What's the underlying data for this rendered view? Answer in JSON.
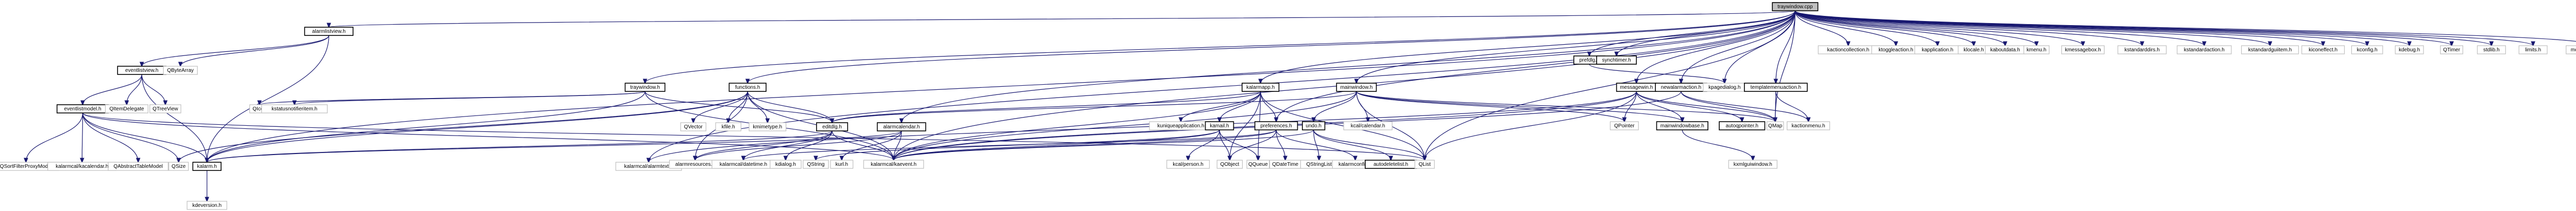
{
  "title": "traywindow.cpp include dependency graph",
  "colors": {
    "edge": "#191970",
    "root_fill": "#bfbfbf",
    "local_border": "#000000",
    "external_border": "#bfbfbf"
  },
  "nodes": [
    {
      "id": "traywindow_cpp",
      "label": "traywindow.cpp",
      "kind": "root"
    },
    {
      "id": "alarmlistview_h",
      "label": "alarmlistview.h",
      "kind": "local"
    },
    {
      "id": "eventlistview_h",
      "label": "eventlistview.h",
      "kind": "local"
    },
    {
      "id": "QByteArray",
      "label": "QByteArray",
      "kind": "ext"
    },
    {
      "id": "eventlistmodel_h",
      "label": "eventlistmodel.h",
      "kind": "local"
    },
    {
      "id": "QItemDelegate",
      "label": "QItemDelegate",
      "kind": "ext"
    },
    {
      "id": "QTreeView",
      "label": "QTreeView",
      "kind": "ext"
    },
    {
      "id": "QSortFilterProxyModel",
      "label": "QSortFilterProxyModel",
      "kind": "ext"
    },
    {
      "id": "kacalendar_h",
      "label": "kalarmcal/kacalendar.h",
      "kind": "ext"
    },
    {
      "id": "QAbstractTableModel",
      "label": "QAbstractTableModel",
      "kind": "ext"
    },
    {
      "id": "QSize",
      "label": "QSize",
      "kind": "ext"
    },
    {
      "id": "kalarm_h",
      "label": "kalarm.h",
      "kind": "local"
    },
    {
      "id": "kdeversion_h",
      "label": "kdeversion.h",
      "kind": "ext"
    },
    {
      "id": "traywindow_h",
      "label": "traywindow.h",
      "kind": "local"
    },
    {
      "id": "QIcon",
      "label": "QIcon",
      "kind": "ext"
    },
    {
      "id": "kstatusnotifieritem_h",
      "label": "kstatusnotifieritem.h",
      "kind": "ext"
    },
    {
      "id": "alarmtext_h",
      "label": "kalarmcal/alarmtext.h",
      "kind": "ext"
    },
    {
      "id": "functions_h",
      "label": "functions.h",
      "kind": "local"
    },
    {
      "id": "QVector",
      "label": "QVector",
      "kind": "ext"
    },
    {
      "id": "kfile_h",
      "label": "kfile.h",
      "kind": "ext"
    },
    {
      "id": "kmimetype_h",
      "label": "kmimetype.h",
      "kind": "ext"
    },
    {
      "id": "editdlg_h",
      "label": "editdlg.h",
      "kind": "local"
    },
    {
      "id": "alarmcalendar_h",
      "label": "alarmcalendar.h",
      "kind": "local"
    },
    {
      "id": "alarmresources_h",
      "label": "alarmresources.h",
      "kind": "ext"
    },
    {
      "id": "datetime_h",
      "label": "kalarmcal/datetime.h",
      "kind": "ext"
    },
    {
      "id": "kdialog_h",
      "label": "kdialog.h",
      "kind": "ext"
    },
    {
      "id": "QString",
      "label": "QString",
      "kind": "ext"
    },
    {
      "id": "kurl_h",
      "label": "kurl.h",
      "kind": "ext"
    },
    {
      "id": "kaevent_h",
      "label": "kalarmcal/kaevent.h",
      "kind": "ext"
    },
    {
      "id": "kalarmapp_h",
      "label": "kalarmapp.h",
      "kind": "local"
    },
    {
      "id": "kuniqueapplication_h",
      "label": "kuniqueapplication.h",
      "kind": "ext"
    },
    {
      "id": "kamail_h",
      "label": "kamail.h",
      "kind": "local"
    },
    {
      "id": "preferences_h",
      "label": "preferences.h",
      "kind": "local"
    },
    {
      "id": "mainwindow_h",
      "label": "mainwindow.h",
      "kind": "local"
    },
    {
      "id": "undo_h",
      "label": "undo.h",
      "kind": "local"
    },
    {
      "id": "kcal_calendar_h",
      "label": "kcal/calendar.h",
      "kind": "ext"
    },
    {
      "id": "kcal_person_h",
      "label": "kcal/person.h",
      "kind": "ext"
    },
    {
      "id": "QObject",
      "label": "QObject",
      "kind": "ext"
    },
    {
      "id": "QQueue",
      "label": "QQueue",
      "kind": "ext"
    },
    {
      "id": "QDateTime",
      "label": "QDateTime",
      "kind": "ext"
    },
    {
      "id": "QStringList",
      "label": "QStringList",
      "kind": "ext"
    },
    {
      "id": "kalarmconfig_h",
      "label": "kalarmconfig.h",
      "kind": "ext"
    },
    {
      "id": "autodeletelist_h",
      "label": "autodeletelist.h",
      "kind": "local"
    },
    {
      "id": "QList",
      "label": "QList",
      "kind": "ext"
    },
    {
      "id": "kxmlguiwindow_h",
      "label": "kxmlguiwindow.h",
      "kind": "ext"
    },
    {
      "id": "QPointer",
      "label": "QPointer",
      "kind": "ext"
    },
    {
      "id": "messagewin_h",
      "label": "messagewin.h",
      "kind": "local"
    },
    {
      "id": "mainwindowbase_h",
      "label": "mainwindowbase.h",
      "kind": "local"
    },
    {
      "id": "prefdlg_h",
      "label": "prefdlg.h",
      "kind": "local"
    },
    {
      "id": "synchtimer_h",
      "label": "synchtimer.h",
      "kind": "local"
    },
    {
      "id": "newalarmaction_h",
      "label": "newalarmaction.h",
      "kind": "local"
    },
    {
      "id": "kpagedialog_h",
      "label": "kpagedialog.h",
      "kind": "ext"
    },
    {
      "id": "templatemenuaction_h",
      "label": "templatemenuaction.h",
      "kind": "local"
    },
    {
      "id": "autoqpointer_h",
      "label": "autoqpointer.h",
      "kind": "local"
    },
    {
      "id": "QMap",
      "label": "QMap",
      "kind": "ext"
    },
    {
      "id": "kactionmenu_h",
      "label": "kactionmenu.h",
      "kind": "ext"
    },
    {
      "id": "kactioncollection_h",
      "label": "kactioncollection.h",
      "kind": "ext"
    },
    {
      "id": "ktoggleaction_h",
      "label": "ktoggleaction.h",
      "kind": "ext"
    },
    {
      "id": "kapplication_h",
      "label": "kapplication.h",
      "kind": "ext"
    },
    {
      "id": "klocale_h",
      "label": "klocale.h",
      "kind": "ext"
    },
    {
      "id": "kaboutdata_h",
      "label": "kaboutdata.h",
      "kind": "ext"
    },
    {
      "id": "kmenu_h",
      "label": "kmenu.h",
      "kind": "ext"
    },
    {
      "id": "kmessagebox_h",
      "label": "kmessagebox.h",
      "kind": "ext"
    },
    {
      "id": "kstandarddirs_h",
      "label": "kstandarddirs.h",
      "kind": "ext"
    },
    {
      "id": "kstandardaction_h",
      "label": "kstandardaction.h",
      "kind": "ext"
    },
    {
      "id": "kstandardguiitem_h",
      "label": "kstandardguiitem.h",
      "kind": "ext"
    },
    {
      "id": "kiconeffect_h",
      "label": "kiconeffect.h",
      "kind": "ext"
    },
    {
      "id": "kconfig_h",
      "label": "kconfig.h",
      "kind": "ext"
    },
    {
      "id": "kdebug_h",
      "label": "kdebug.h",
      "kind": "ext"
    },
    {
      "id": "QTimer",
      "label": "QTimer",
      "kind": "ext"
    },
    {
      "id": "stdlib_h",
      "label": "stdlib.h",
      "kind": "ext"
    },
    {
      "id": "limits_h",
      "label": "limits.h",
      "kind": "ext"
    },
    {
      "id": "moc_traywindow_cpp",
      "label": "moc_traywindow.cpp",
      "kind": "ext"
    }
  ],
  "edges": [
    [
      "traywindow_cpp",
      "alarmlistview_h"
    ],
    [
      "traywindow_cpp",
      "traywindow_h"
    ],
    [
      "traywindow_cpp",
      "functions_h"
    ],
    [
      "traywindow_cpp",
      "alarmcalendar_h"
    ],
    [
      "traywindow_cpp",
      "kalarmapp_h"
    ],
    [
      "traywindow_cpp",
      "mainwindow_h"
    ],
    [
      "traywindow_cpp",
      "messagewin_h"
    ],
    [
      "traywindow_cpp",
      "prefdlg_h"
    ],
    [
      "traywindow_cpp",
      "synchtimer_h"
    ],
    [
      "traywindow_cpp",
      "newalarmaction_h"
    ],
    [
      "traywindow_cpp",
      "templatemenuaction_h"
    ],
    [
      "traywindow_cpp",
      "kpagedialog_h"
    ],
    [
      "traywindow_cpp",
      "preferences_h"
    ],
    [
      "traywindow_cpp",
      "kalarm_h"
    ],
    [
      "traywindow_cpp",
      "alarmtext_h"
    ],
    [
      "traywindow_cpp",
      "kaevent_h"
    ],
    [
      "traywindow_cpp",
      "kactioncollection_h"
    ],
    [
      "traywindow_cpp",
      "ktoggleaction_h"
    ],
    [
      "traywindow_cpp",
      "kapplication_h"
    ],
    [
      "traywindow_cpp",
      "klocale_h"
    ],
    [
      "traywindow_cpp",
      "kaboutdata_h"
    ],
    [
      "traywindow_cpp",
      "kmenu_h"
    ],
    [
      "traywindow_cpp",
      "kmessagebox_h"
    ],
    [
      "traywindow_cpp",
      "kstandarddirs_h"
    ],
    [
      "traywindow_cpp",
      "kstandardaction_h"
    ],
    [
      "traywindow_cpp",
      "kstandardguiitem_h"
    ],
    [
      "traywindow_cpp",
      "kiconeffect_h"
    ],
    [
      "traywindow_cpp",
      "kconfig_h"
    ],
    [
      "traywindow_cpp",
      "kdebug_h"
    ],
    [
      "traywindow_cpp",
      "QTimer"
    ],
    [
      "traywindow_cpp",
      "stdlib_h"
    ],
    [
      "traywindow_cpp",
      "limits_h"
    ],
    [
      "traywindow_cpp",
      "moc_traywindow_cpp"
    ],
    [
      "traywindow_cpp",
      "QList"
    ],
    [
      "traywindow_cpp",
      "QMap"
    ],
    [
      "alarmlistview_h",
      "eventlistview_h"
    ],
    [
      "alarmlistview_h",
      "QByteArray"
    ],
    [
      "alarmlistview_h",
      "kalarm_h"
    ],
    [
      "eventlistview_h",
      "eventlistmodel_h"
    ],
    [
      "eventlistview_h",
      "QItemDelegate"
    ],
    [
      "eventlistview_h",
      "QTreeView"
    ],
    [
      "eventlistview_h",
      "kalarm_h"
    ],
    [
      "eventlistmodel_h",
      "QSortFilterProxyModel"
    ],
    [
      "eventlistmodel_h",
      "kacalendar_h"
    ],
    [
      "eventlistmodel_h",
      "QAbstractTableModel"
    ],
    [
      "eventlistmodel_h",
      "QSize"
    ],
    [
      "eventlistmodel_h",
      "kalarm_h"
    ],
    [
      "eventlistmodel_h",
      "kaevent_h"
    ],
    [
      "eventlistmodel_h",
      "QList"
    ],
    [
      "kalarm_h",
      "kdeversion_h"
    ],
    [
      "traywindow_h",
      "QIcon"
    ],
    [
      "traywindow_h",
      "kstatusnotifieritem_h"
    ],
    [
      "traywindow_h",
      "kalarm_h"
    ],
    [
      "traywindow_h",
      "editdlg_h"
    ],
    [
      "traywindow_h",
      "kaevent_h"
    ],
    [
      "functions_h",
      "QVector"
    ],
    [
      "functions_h",
      "kfile_h"
    ],
    [
      "functions_h",
      "kmimetype_h"
    ],
    [
      "functions_h",
      "editdlg_h"
    ],
    [
      "functions_h",
      "kalarm_h"
    ],
    [
      "functions_h",
      "alarmresources_h"
    ],
    [
      "functions_h",
      "kaevent_h"
    ],
    [
      "functions_h",
      "QSize"
    ],
    [
      "editdlg_h",
      "alarmresources_h"
    ],
    [
      "editdlg_h",
      "datetime_h"
    ],
    [
      "editdlg_h",
      "kdialog_h"
    ],
    [
      "editdlg_h",
      "kaevent_h"
    ],
    [
      "editdlg_h",
      "kalarm_h"
    ],
    [
      "alarmcalendar_h",
      "alarmresources_h"
    ],
    [
      "alarmcalendar_h",
      "kurl_h"
    ],
    [
      "alarmcalendar_h",
      "kaevent_h"
    ],
    [
      "alarmcalendar_h",
      "kalarm_h"
    ],
    [
      "kalarmapp_h",
      "editdlg_h"
    ],
    [
      "kalarmapp_h",
      "kuniqueapplication_h"
    ],
    [
      "kalarmapp_h",
      "kamail_h"
    ],
    [
      "kalarmapp_h",
      "preferences_h"
    ],
    [
      "kalarmapp_h",
      "kaevent_h"
    ],
    [
      "kalarmapp_h",
      "QObject"
    ],
    [
      "kalarmapp_h",
      "QQueue"
    ],
    [
      "kalarmapp_h",
      "QList"
    ],
    [
      "kamail_h",
      "kaevent_h"
    ],
    [
      "kamail_h",
      "kcal_person_h"
    ],
    [
      "kamail_h",
      "QObject"
    ],
    [
      "kamail_h",
      "QString"
    ],
    [
      "kamail_h",
      "QQueue"
    ],
    [
      "preferences_h",
      "QDateTime"
    ],
    [
      "preferences_h",
      "QObject"
    ],
    [
      "preferences_h",
      "kalarmconfig_h"
    ],
    [
      "preferences_h",
      "datetime_h"
    ],
    [
      "preferences_h",
      "kaevent_h"
    ],
    [
      "mainwindow_h",
      "undo_h"
    ],
    [
      "mainwindow_h",
      "kcal_calendar_h"
    ],
    [
      "mainwindow_h",
      "editdlg_h"
    ],
    [
      "mainwindow_h",
      "mainwindowbase_h"
    ],
    [
      "mainwindow_h",
      "QMap"
    ],
    [
      "mainwindow_h",
      "QList"
    ],
    [
      "mainwindow_h",
      "kaevent_h"
    ],
    [
      "mainwindow_h",
      "QPointer"
    ],
    [
      "undo_h",
      "QStringList"
    ],
    [
      "undo_h",
      "QList"
    ],
    [
      "undo_h",
      "autodeletelist_h"
    ],
    [
      "undo_h",
      "kaevent_h"
    ],
    [
      "messagewin_h",
      "mainwindowbase_h"
    ],
    [
      "messagewin_h",
      "QPointer"
    ],
    [
      "messagewin_h",
      "autoqpointer_h"
    ],
    [
      "messagewin_h",
      "QMap"
    ],
    [
      "messagewin_h",
      "kaevent_h"
    ],
    [
      "messagewin_h",
      "QList"
    ],
    [
      "messagewin_h",
      "alarmtext_h"
    ],
    [
      "mainwindowbase_h",
      "kxmlguiwindow_h"
    ],
    [
      "prefdlg_h",
      "kpagedialog_h"
    ],
    [
      "newalarmaction_h",
      "QMap"
    ],
    [
      "newalarmaction_h",
      "kactionmenu_h"
    ],
    [
      "newalarmaction_h",
      "kaevent_h"
    ],
    [
      "templatemenuaction_h",
      "QMap"
    ],
    [
      "templatemenuaction_h",
      "kactionmenu_h"
    ]
  ]
}
